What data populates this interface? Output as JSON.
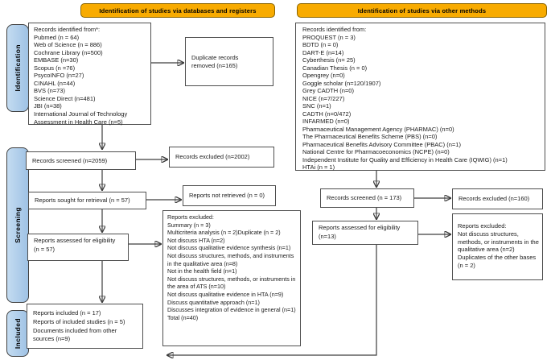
{
  "colors": {
    "header_bg": "#F8AB00",
    "header_border": "#8A6400",
    "sidebar_bg": "#A9C9E9",
    "box_border": "#4F4F4F",
    "arrow": "#3D3D3D"
  },
  "headers": {
    "databases": "Identification of studies via databases and registers",
    "other_methods": "Identification of studies via other methods"
  },
  "sidebars": {
    "identification": "Identification",
    "screening": "Screening",
    "included": "Included"
  },
  "left": {
    "records_identified": [
      "Records identified from*:",
      "Pubmed (n = 64)",
      "Web of Science (n = 886)",
      "Cochrane Library (n=500)",
      "EMBASE (n=30)",
      "Scopus (n =76)",
      "PsycoINFO (n=27)",
      "CINAHL (n=44)",
      "BVS (n=73)",
      "Science Direct (n=481)",
      "JBI (n=38)",
      "International Journal of Technology Assessment in Health Care (n=5)"
    ],
    "duplicates_removed": [
      "Duplicate records",
      "removed (n=165)"
    ],
    "records_screened": "Records screened (n=2059)",
    "records_excluded": "Records excluded (n=2002)",
    "reports_sought": "Reports sought for retrieval (n = 57)",
    "reports_not_retrieved": "Reports not retrieved (n = 0)",
    "reports_assessed": [
      "Reports assessed for eligibility",
      "(n = 57)"
    ],
    "reports_excluded": [
      "Reports excluded:",
      "Summary (n = 3)",
      "Multicriteria analysis (n = 2)Duplicate (n = 2)",
      "Not discuss HTA (n=2)",
      "Not discuss qualitative evidence synthesis (n=1)",
      "Not discuss structures, methods, and instruments in the qualitative area (n=8)",
      "Not in the health field (n=1)",
      "Not discuss structures, methods, or instruments in the area of ATS (n=10)",
      "Not discuss qualitative evidence in HTA (n=9)",
      "Discuss quantitative approach (n=1)",
      "Discusses integration of evidence in general (n=1)",
      "Total (n=40)"
    ],
    "included": [
      "Reports included (n = 17)",
      "Reports of included studies (n = 5)",
      "Documents included from other sources (n=9)"
    ]
  },
  "right": {
    "records_identified": [
      "Records identified from:",
      "PROQUEST (n = 3)",
      "BDTD (n = 0)",
      "DART-E (n=14)",
      "Cyberthesis (n= 25)",
      "Canadian Thesis (n = 0)",
      "Opengrey (n=0)",
      "Goggle scholar (n=120/1907)",
      "Grey CADTH (n=0)",
      "NICE (n=7/227)",
      "SNC (n=1)",
      "CADTH (n=0/472)",
      "INFARMED (n=0)",
      "Pharmaceutical Management Agency (PHARMAC) (n=0)",
      "The Pharmaceutical Benefits Scheme (PBS) (n=0)",
      "Pharmaceutical Benefits Advisory Committee (PBAC) (n=1)",
      "National Centre for Pharmacoeconomics (NCPE) (n=0)",
      "Independent Institute for Quality and Efficiency in Health Care (IQWIG) (n=1)",
      "HTAi (n = 1)"
    ],
    "records_screened": "Records screened (n = 173)",
    "records_excluded": "Records excluded (n=160)",
    "reports_assessed": [
      "Reports assessed for eligibility",
      "(n=13)"
    ],
    "reports_excluded": [
      "Reports excluded:",
      "Not discuss structures, methods, or instruments in the qualitative area (n=2)",
      "Duplicates of the other bases (n = 2)"
    ]
  }
}
